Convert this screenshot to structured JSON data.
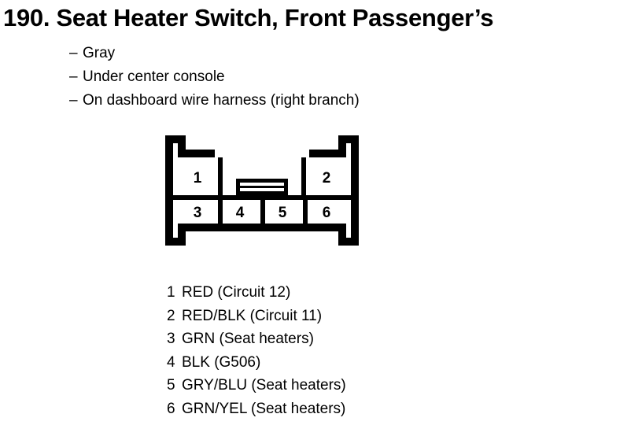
{
  "page": {
    "title": "190. Seat Heater Switch, Front Passenger’s",
    "ink_color": "#000000",
    "background_color": "#ffffff"
  },
  "attributes": [
    {
      "dash": "–",
      "text": "Gray"
    },
    {
      "dash": "–",
      "text": "Under center console"
    },
    {
      "dash": "–",
      "text": "On dashboard wire harness (right branch)"
    }
  ],
  "connector": {
    "name": "6-pin connector",
    "top_row": [
      {
        "pin": "1"
      },
      {
        "pin": "2"
      }
    ],
    "bottom_row": [
      {
        "pin": "3"
      },
      {
        "pin": "4"
      },
      {
        "pin": "5"
      },
      {
        "pin": "6"
      }
    ],
    "center_tab": "locking-tab"
  },
  "legend": [
    {
      "pin": "1",
      "text": "RED (Circuit 12)"
    },
    {
      "pin": "2",
      "text": "RED/BLK (Circuit 11)"
    },
    {
      "pin": "3",
      "text": "GRN (Seat heaters)"
    },
    {
      "pin": "4",
      "text": "BLK (G506)"
    },
    {
      "pin": "5",
      "text": "GRY/BLU (Seat heaters)"
    },
    {
      "pin": "6",
      "text": "GRN/YEL (Seat heaters)"
    }
  ]
}
